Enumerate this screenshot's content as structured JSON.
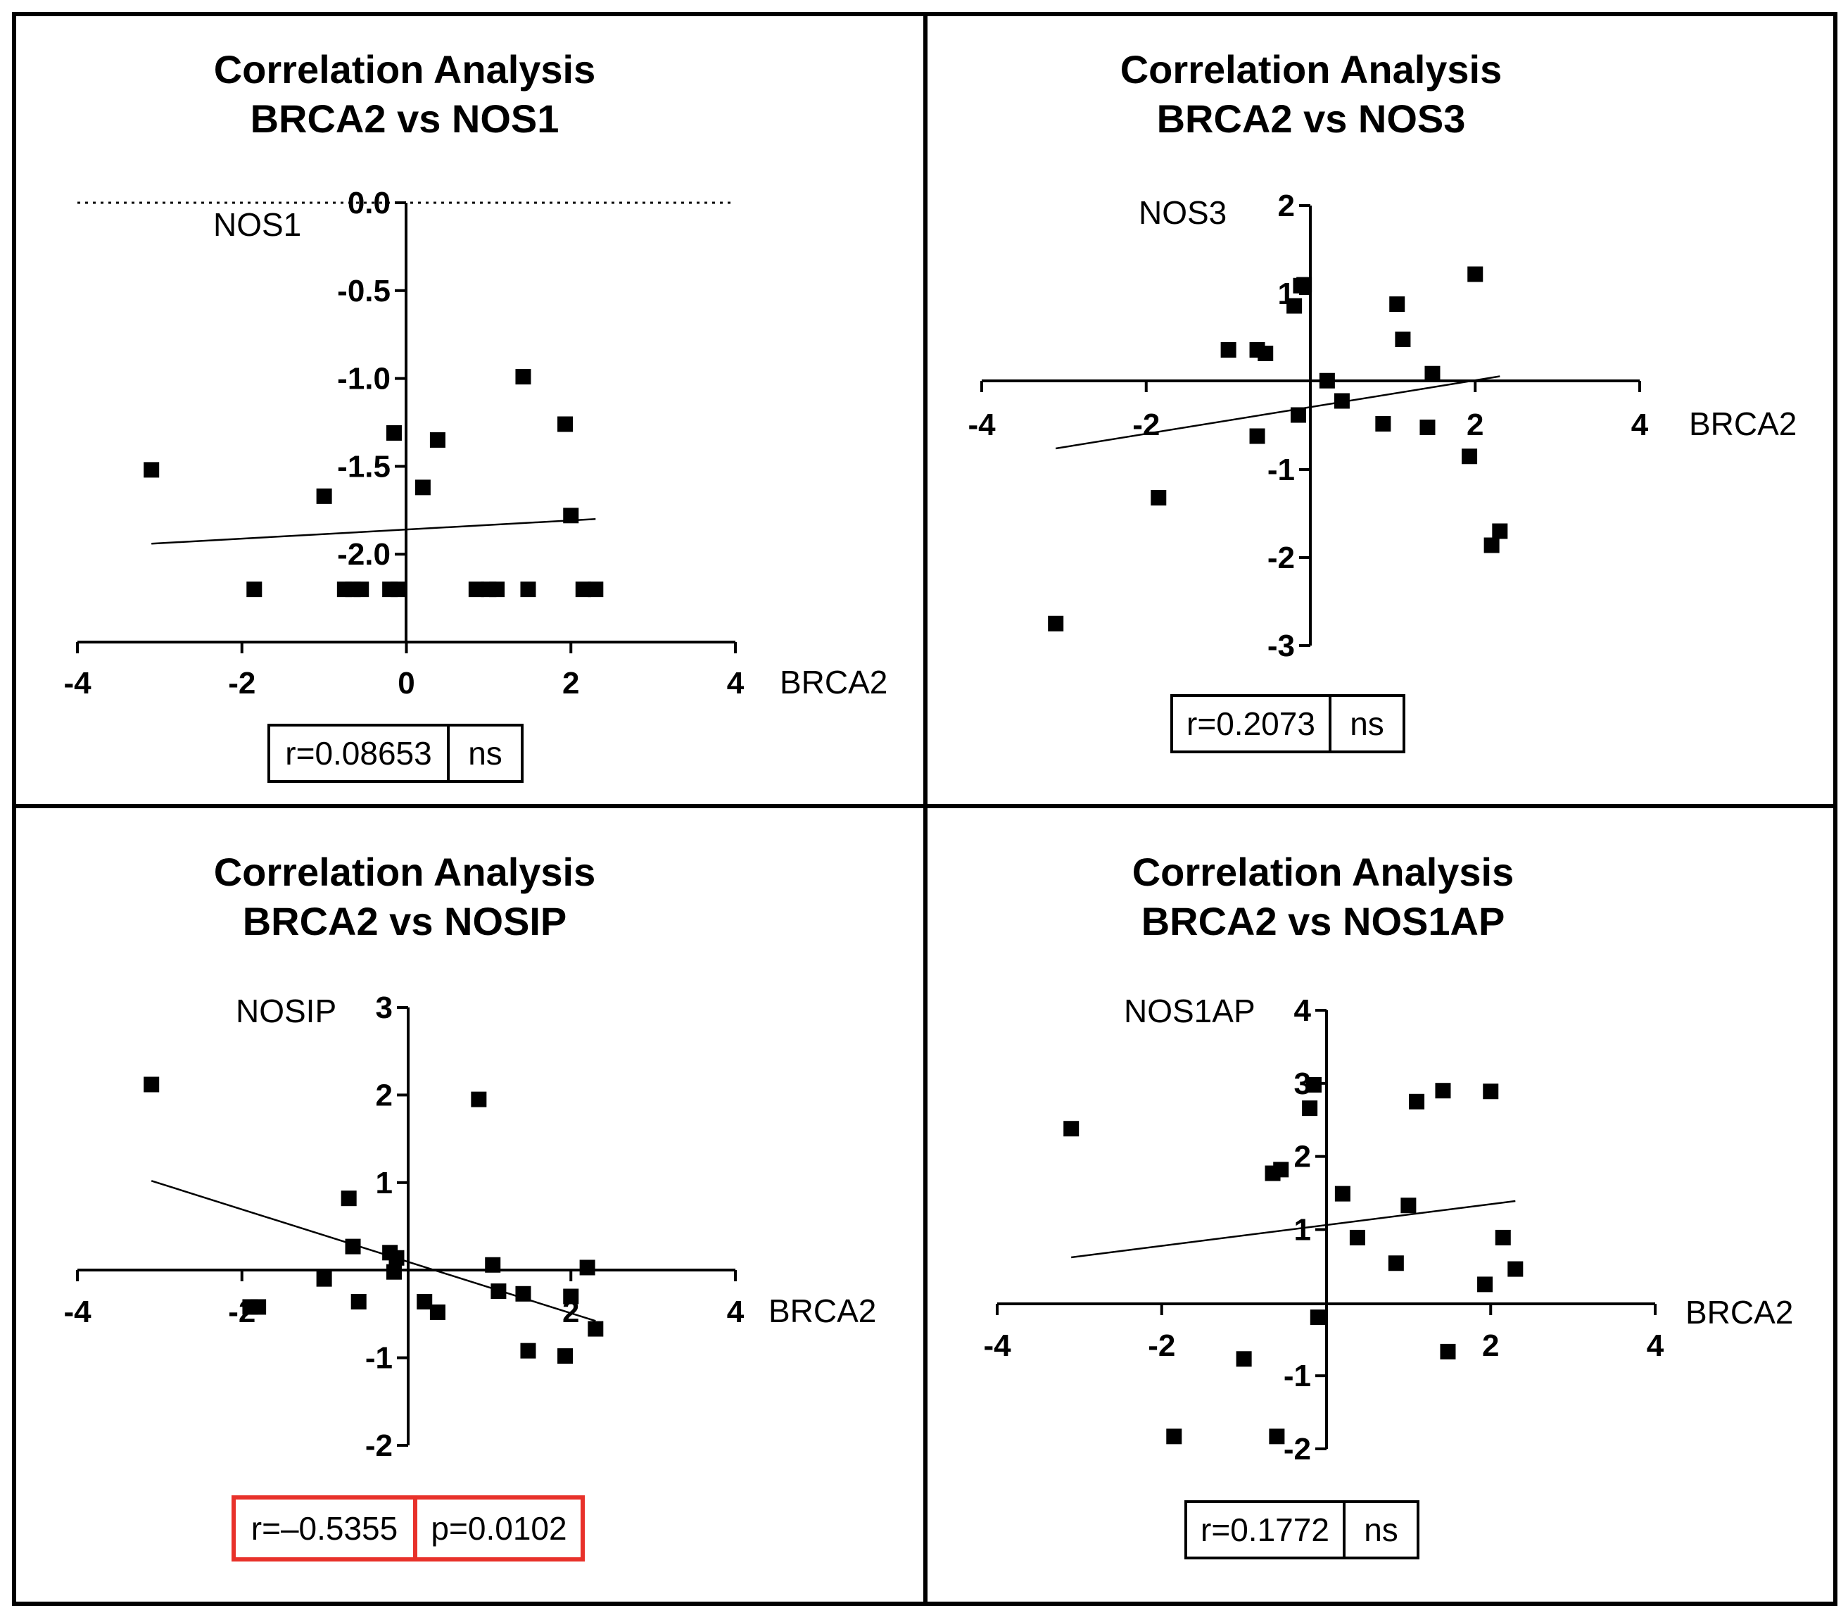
{
  "chart_data": [
    {
      "type": "scatter",
      "title": [
        "Correlation Analysis",
        "BRCA2 vs NOS1"
      ],
      "xlabel": "BRCA2",
      "ylabel": "NOS1",
      "xlim": [
        -4,
        4
      ],
      "ylim": [
        -2.5,
        0
      ],
      "x_ticks": [
        "-4",
        "-2",
        "0",
        "2",
        "4"
      ],
      "y_ticks": [
        "0.0",
        "-0.5",
        "-1.0",
        "-1.5",
        "-2.0"
      ],
      "y_tick_values": [
        0,
        -0.5,
        -1.0,
        -1.5,
        -2.0
      ],
      "zero_line_dotted": true,
      "points": [
        {
          "x": -3.1,
          "y": -1.52
        },
        {
          "x": -1.85,
          "y": -2.2
        },
        {
          "x": -1.0,
          "y": -1.67
        },
        {
          "x": -0.75,
          "y": -2.2
        },
        {
          "x": -0.65,
          "y": -2.2
        },
        {
          "x": -0.55,
          "y": -2.2
        },
        {
          "x": -0.2,
          "y": -2.2
        },
        {
          "x": -0.15,
          "y": -1.31
        },
        {
          "x": -0.1,
          "y": -2.2
        },
        {
          "x": 0.2,
          "y": -1.62
        },
        {
          "x": 0.38,
          "y": -1.35
        },
        {
          "x": 0.85,
          "y": -2.2
        },
        {
          "x": 1.0,
          "y": -2.2
        },
        {
          "x": 1.1,
          "y": -2.2
        },
        {
          "x": 1.42,
          "y": -0.99
        },
        {
          "x": 1.48,
          "y": -2.2
        },
        {
          "x": 1.93,
          "y": -1.26
        },
        {
          "x": 2.0,
          "y": -1.78
        },
        {
          "x": 2.15,
          "y": -2.2
        },
        {
          "x": 2.3,
          "y": -2.2
        }
      ],
      "trend_line": {
        "x": [
          -3.1,
          2.3
        ],
        "y": [
          -1.94,
          -1.8
        ]
      },
      "stats": {
        "r": "r=0.08653",
        "p": "ns"
      },
      "stats_highlight": false
    },
    {
      "type": "scatter",
      "title": [
        "Correlation Analysis",
        "BRCA2 vs NOS3"
      ],
      "xlabel": "BRCA2",
      "ylabel": "NOS3",
      "xlim": [
        -4,
        4
      ],
      "ylim": [
        -3,
        2
      ],
      "x_ticks": [
        "-4",
        "-2",
        "2",
        "4"
      ],
      "x_tick_values": [
        -4,
        -2,
        2,
        4
      ],
      "y_ticks": [
        "2",
        "1",
        "-1",
        "-2",
        "-3"
      ],
      "y_tick_values": [
        2,
        1,
        -1,
        -2,
        -3
      ],
      "points": [
        {
          "x": -3.1,
          "y": -2.75
        },
        {
          "x": -1.85,
          "y": -1.32
        },
        {
          "x": -1.0,
          "y": 0.36
        },
        {
          "x": -0.65,
          "y": 0.36
        },
        {
          "x": -0.55,
          "y": 0.32
        },
        {
          "x": -0.65,
          "y": -0.62
        },
        {
          "x": -0.2,
          "y": 0.86
        },
        {
          "x": -0.12,
          "y": 1.09
        },
        {
          "x": -0.08,
          "y": 1.1
        },
        {
          "x": -0.15,
          "y": -0.38
        },
        {
          "x": 0.2,
          "y": 0.01
        },
        {
          "x": 0.38,
          "y": -0.22
        },
        {
          "x": 0.88,
          "y": -0.48
        },
        {
          "x": 1.05,
          "y": 0.88
        },
        {
          "x": 1.12,
          "y": 0.48
        },
        {
          "x": 1.42,
          "y": -0.52
        },
        {
          "x": 1.48,
          "y": 0.09
        },
        {
          "x": 1.93,
          "y": -0.85
        },
        {
          "x": 2.0,
          "y": 1.22
        },
        {
          "x": 2.2,
          "y": -1.86
        },
        {
          "x": 2.3,
          "y": -1.7
        }
      ],
      "trend_line": {
        "x": [
          -3.1,
          2.3
        ],
        "y": [
          -0.76,
          0.06
        ]
      },
      "stats": {
        "r": "r=0.2073",
        "p": "ns"
      },
      "stats_highlight": false
    },
    {
      "type": "scatter",
      "title": [
        "Correlation Analysis",
        "BRCA2 vs NOSIP"
      ],
      "xlabel": "BRCA2",
      "ylabel": "NOSIP",
      "xlim": [
        -4,
        4
      ],
      "ylim": [
        -2,
        3
      ],
      "x_ticks": [
        "-4",
        "-2",
        "2",
        "4"
      ],
      "x_tick_values": [
        -4,
        -2,
        2,
        4
      ],
      "y_ticks": [
        "3",
        "2",
        "1",
        "-1",
        "-2"
      ],
      "y_tick_values": [
        3,
        2,
        1,
        -1,
        -2
      ],
      "points": [
        {
          "x": -3.1,
          "y": 2.12
        },
        {
          "x": -1.9,
          "y": -0.42
        },
        {
          "x": -1.8,
          "y": -0.42
        },
        {
          "x": -1.0,
          "y": -0.1
        },
        {
          "x": -0.7,
          "y": 0.82
        },
        {
          "x": -0.65,
          "y": 0.27
        },
        {
          "x": -0.58,
          "y": -0.36
        },
        {
          "x": -0.2,
          "y": 0.2
        },
        {
          "x": -0.12,
          "y": 0.14
        },
        {
          "x": -0.15,
          "y": -0.02
        },
        {
          "x": 0.22,
          "y": -0.36
        },
        {
          "x": 0.38,
          "y": -0.48
        },
        {
          "x": 0.88,
          "y": 1.95
        },
        {
          "x": 1.05,
          "y": 0.06
        },
        {
          "x": 1.12,
          "y": -0.24
        },
        {
          "x": 1.42,
          "y": -0.27
        },
        {
          "x": 1.48,
          "y": -0.92
        },
        {
          "x": 1.93,
          "y": -0.98
        },
        {
          "x": 2.0,
          "y": -0.3
        },
        {
          "x": 2.2,
          "y": 0.03
        },
        {
          "x": 2.3,
          "y": -0.67
        }
      ],
      "trend_line": {
        "x": [
          -3.1,
          2.3
        ],
        "y": [
          1.02,
          -0.58
        ]
      },
      "stats": {
        "r": "r=–0.5355",
        "p": "p=0.0102"
      },
      "stats_highlight": true
    },
    {
      "type": "scatter",
      "title": [
        "Correlation Analysis",
        "BRCA2 vs NOS1AP"
      ],
      "xlabel": "BRCA2",
      "ylabel": "NOS1AP",
      "xlim": [
        -4,
        4
      ],
      "ylim": [
        -2,
        4
      ],
      "x_ticks": [
        "-4",
        "-2",
        "2",
        "4"
      ],
      "x_tick_values": [
        -4,
        -2,
        2,
        4
      ],
      "y_ticks": [
        "4",
        "3",
        "2",
        "1",
        "-1",
        "-2"
      ],
      "y_tick_values": [
        4,
        3,
        2,
        1,
        -1,
        -2
      ],
      "points": [
        {
          "x": -3.1,
          "y": 2.38
        },
        {
          "x": -1.85,
          "y": -1.83
        },
        {
          "x": -1.0,
          "y": -0.77
        },
        {
          "x": -0.65,
          "y": 1.77
        },
        {
          "x": -0.55,
          "y": 1.82
        },
        {
          "x": -0.6,
          "y": -1.83
        },
        {
          "x": -0.2,
          "y": 2.66
        },
        {
          "x": -0.15,
          "y": 2.98
        },
        {
          "x": -0.1,
          "y": -0.2
        },
        {
          "x": 0.2,
          "y": 1.49
        },
        {
          "x": 0.38,
          "y": 0.89
        },
        {
          "x": 0.85,
          "y": 0.54
        },
        {
          "x": 1.0,
          "y": 1.33
        },
        {
          "x": 1.1,
          "y": 2.75
        },
        {
          "x": 1.42,
          "y": 2.9
        },
        {
          "x": 1.48,
          "y": -0.67
        },
        {
          "x": 1.93,
          "y": 0.25
        },
        {
          "x": 2.0,
          "y": 2.89
        },
        {
          "x": 2.15,
          "y": 0.89
        },
        {
          "x": 2.3,
          "y": 0.46
        }
      ],
      "trend_line": {
        "x": [
          -3.1,
          2.3
        ],
        "y": [
          0.62,
          1.39
        ]
      },
      "stats": {
        "r": "r=0.1772",
        "p": "ns"
      },
      "stats_highlight": false
    }
  ]
}
